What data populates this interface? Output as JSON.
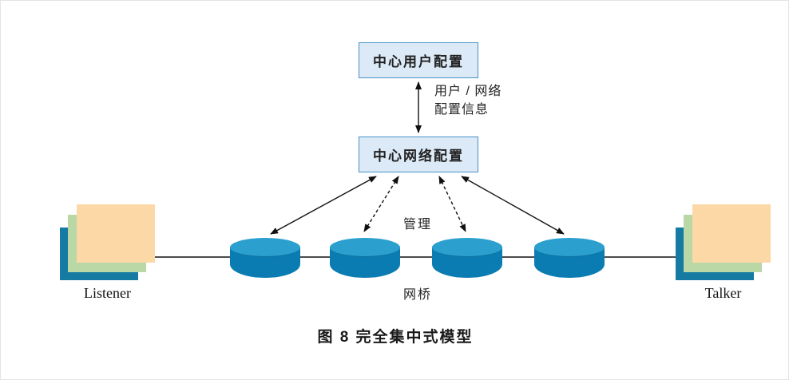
{
  "figure": {
    "caption": "图 8  完全集中式模型"
  },
  "nodes": {
    "central_user_config": {
      "label": "中心用户配置"
    },
    "central_network_config": {
      "label": "中心网络配置"
    },
    "bridges": {
      "label": "网桥",
      "count": 4
    },
    "listener": {
      "label": "Listener"
    },
    "talker": {
      "label": "Talker"
    }
  },
  "edges": {
    "user_network_info": {
      "label_line1": "用户 / 网络",
      "label_line2": "配置信息"
    },
    "manage": {
      "label": "管理"
    }
  },
  "colors": {
    "node_fill": "#dceaf7",
    "node_border": "#4792c6",
    "cylinder_top": "#2b9fce",
    "cylinder_body": "#0b7cb1",
    "stack_back": "#157ba3",
    "stack_middle": "#b9d8a6",
    "stack_front": "#fcd8a6",
    "connector": "#111111"
  }
}
